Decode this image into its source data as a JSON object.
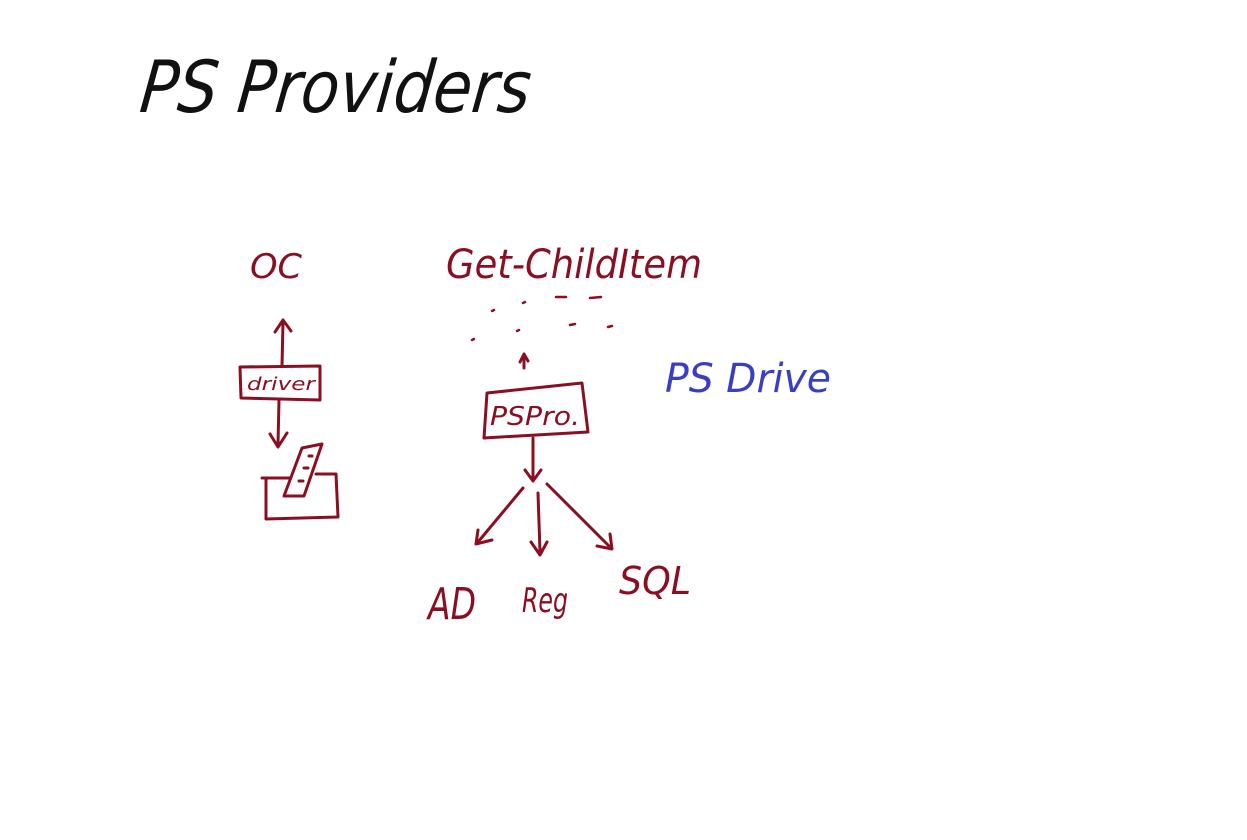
{
  "title": "PS Providers",
  "left_diagram": {
    "top_label": "OC",
    "box_label": "driver"
  },
  "center_diagram": {
    "command": "Get-ChildItem",
    "box_label": "PSPro.",
    "targets": [
      "AD",
      "Reg",
      "SQL"
    ]
  },
  "side_note": "PS Drive",
  "colors": {
    "title_ink": "#111111",
    "diagram_ink": "#8b0f22",
    "note_ink": "#3a3fc2",
    "background": "#ffffff"
  }
}
